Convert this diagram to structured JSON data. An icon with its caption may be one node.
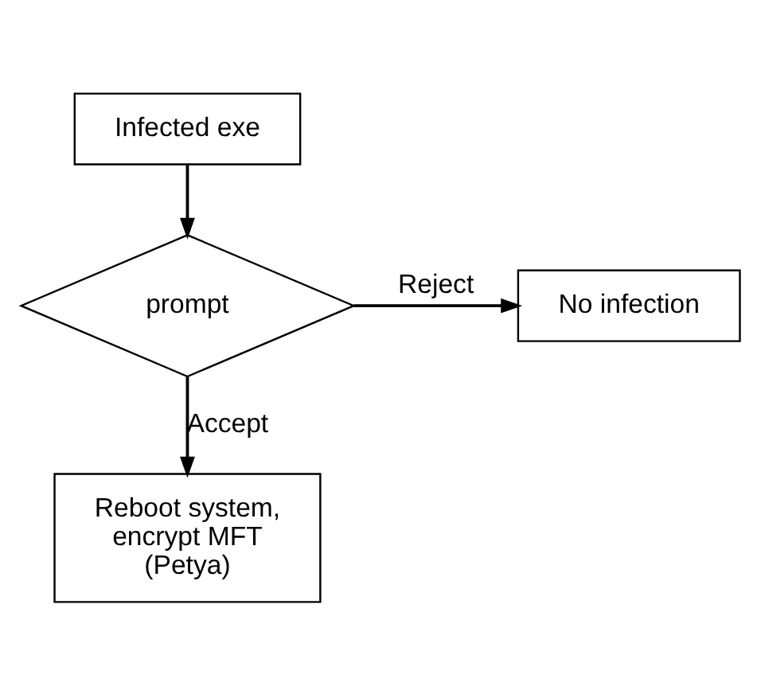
{
  "diagram": {
    "nodes": [
      {
        "text": [
          "Infected exe"
        ]
      },
      {
        "text": [
          "No infection"
        ]
      },
      {
        "text": [
          "prompt"
        ]
      },
      {
        "text": [
          "Reboot system, encrypt MFT (Petya)"
        ]
      }
    ],
    "edges": [
      {
        "from": 0,
        "to": 2,
        "arrow": "to"
      },
      {
        "from": 2,
        "to": 1,
        "arrow": "to",
        "label": "Reject"
      },
      {
        "from": 2,
        "to": 3,
        "arrow": "to",
        "label": "Accept"
      }
    ]
  }
}
